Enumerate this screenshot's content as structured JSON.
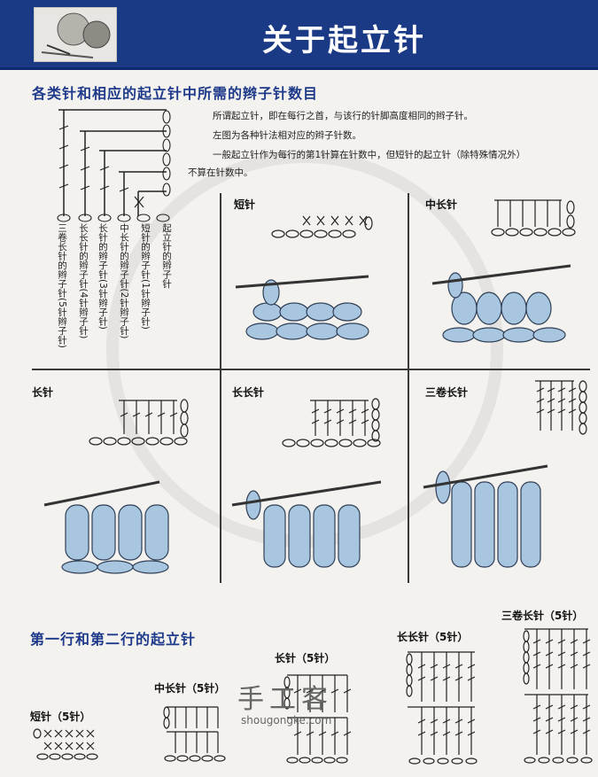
{
  "header": {
    "title": "关于起立针"
  },
  "section1": {
    "title": "各类针和相应的起立针中所需的辫子针数目",
    "paragraphs": [
      "所谓起立针，即在每行之首，与该行的针脚高度相同的辫子针。",
      "左图为各种针法相对应的辫子针数。",
      "一般起立针作为每行的第1针算在针数中，但短针的起立针（除特殊情况外）",
      "不算在针数中。"
    ],
    "vertical_labels": [
      "起立针的辫子针",
      "短针的辫子针(1针辫子针)",
      "中长针的辫子针(2针辫子针)",
      "长针的辫子针(3针辫子针)",
      "长长针的辫子针(4针辫子针)",
      "三卷长针的辫子针(5针辫子针)"
    ]
  },
  "panels": [
    {
      "label": "短针"
    },
    {
      "label": "中长针"
    },
    {
      "label": "长针"
    },
    {
      "label": "长长针"
    },
    {
      "label": "三卷长针"
    }
  ],
  "section2": {
    "title": "第一行和第二行的起立针",
    "labels": [
      "短针（5针）",
      "中长针（5针）",
      "长针（5针）",
      "长长针（5针）",
      "三卷长针（5针）"
    ]
  },
  "watermark": {
    "text": "手工客",
    "url": "shougongke.com"
  },
  "colors": {
    "header_bg": "#1b3a86",
    "section_title": "#1e3a8a",
    "yarn": "#a9c6e0"
  }
}
